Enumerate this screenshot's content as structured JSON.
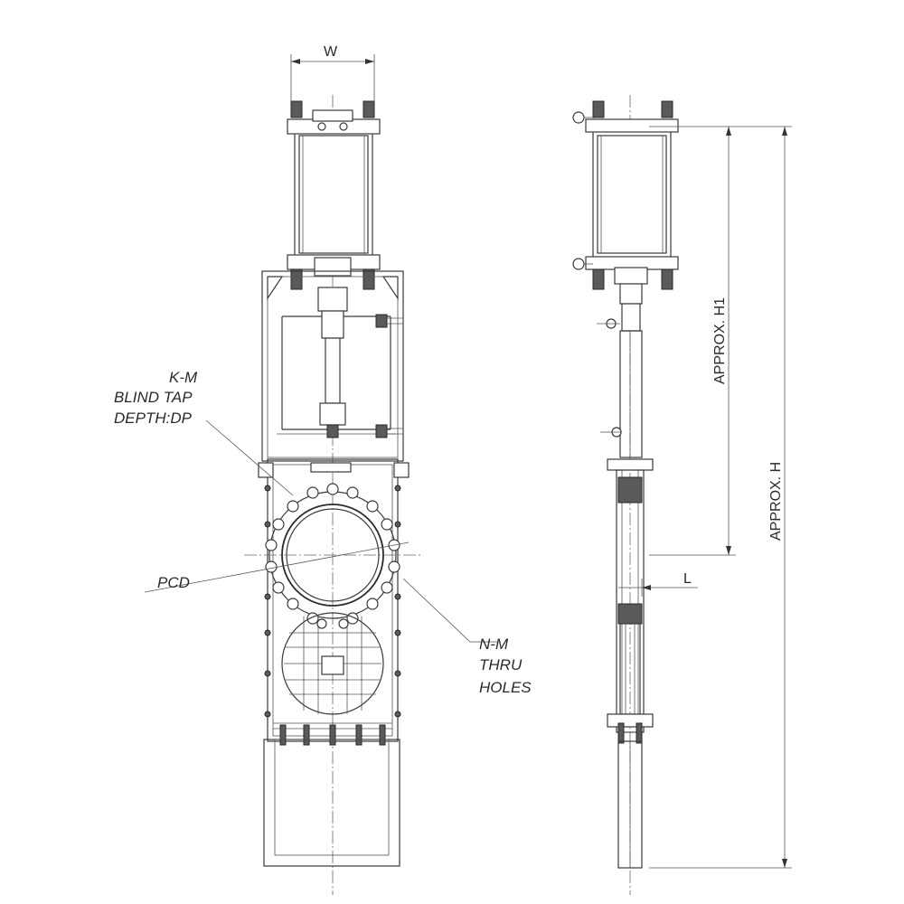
{
  "labels": {
    "width": "W",
    "blind_tap": [
      "K-M",
      "BLIND TAP",
      "DEPTH:DP"
    ],
    "pcd": "PCD",
    "thru_holes": [
      "N-M",
      "THRU",
      "HOLES"
    ],
    "length": "L",
    "height_h1": "APPROX. H1",
    "height_h": "APPROX. H"
  },
  "colors": {
    "line": "#3a3a3a",
    "background": "#ffffff"
  }
}
